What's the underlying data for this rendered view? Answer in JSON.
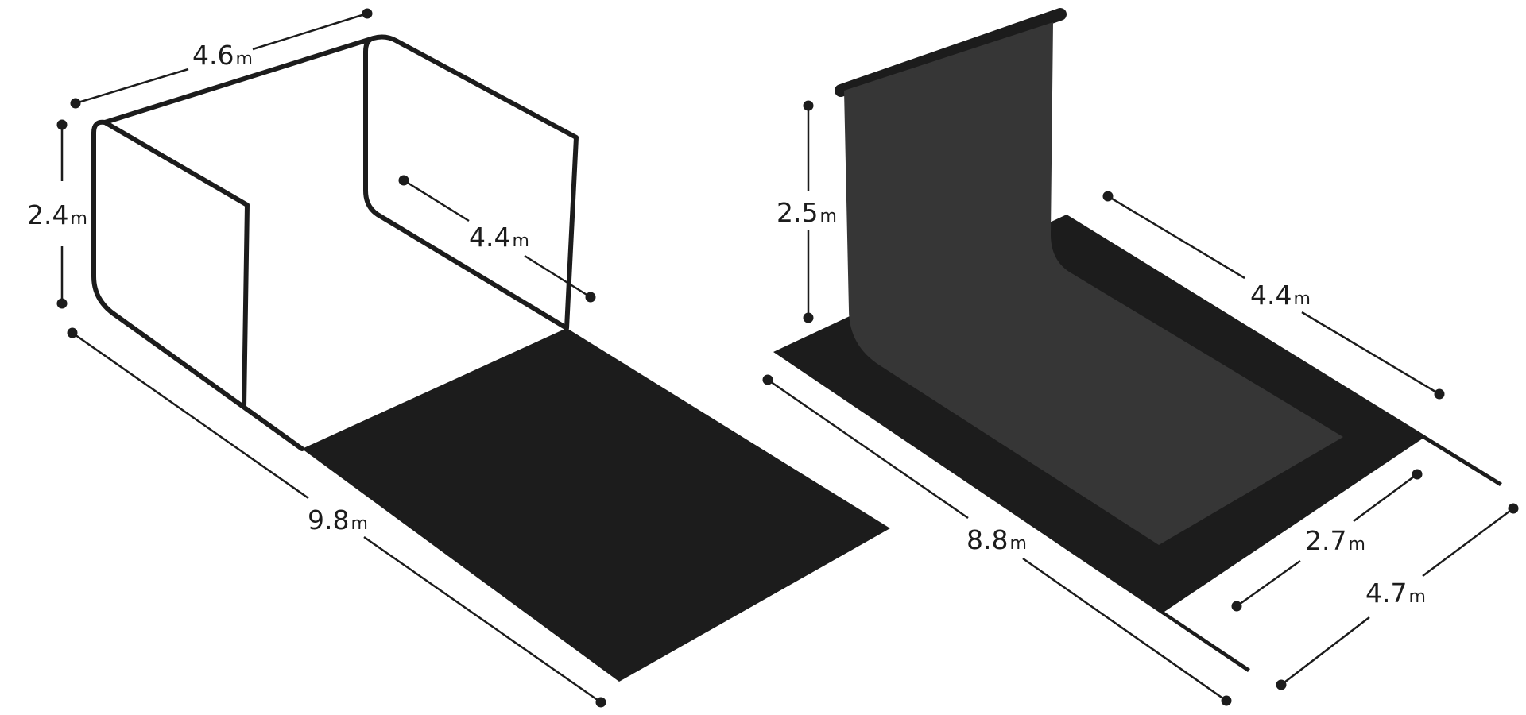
{
  "left_diagram": {
    "width": {
      "value": "4.6",
      "unit": "m"
    },
    "height": {
      "value": "2.4",
      "unit": "m"
    },
    "depth": {
      "value": "4.4",
      "unit": "m"
    },
    "length": {
      "value": "9.8",
      "unit": "m"
    }
  },
  "right_diagram": {
    "height": {
      "value": "2.5",
      "unit": "m"
    },
    "depth": {
      "value": "4.4",
      "unit": "m"
    },
    "length": {
      "value": "8.8",
      "unit": "m"
    },
    "inner_width": {
      "value": "2.7",
      "unit": "m"
    },
    "outer_width": {
      "value": "4.7",
      "unit": "m"
    }
  },
  "colors": {
    "ink": "#1c1c1c",
    "backdrop": "#363636",
    "floor": "#1c1c1c"
  }
}
